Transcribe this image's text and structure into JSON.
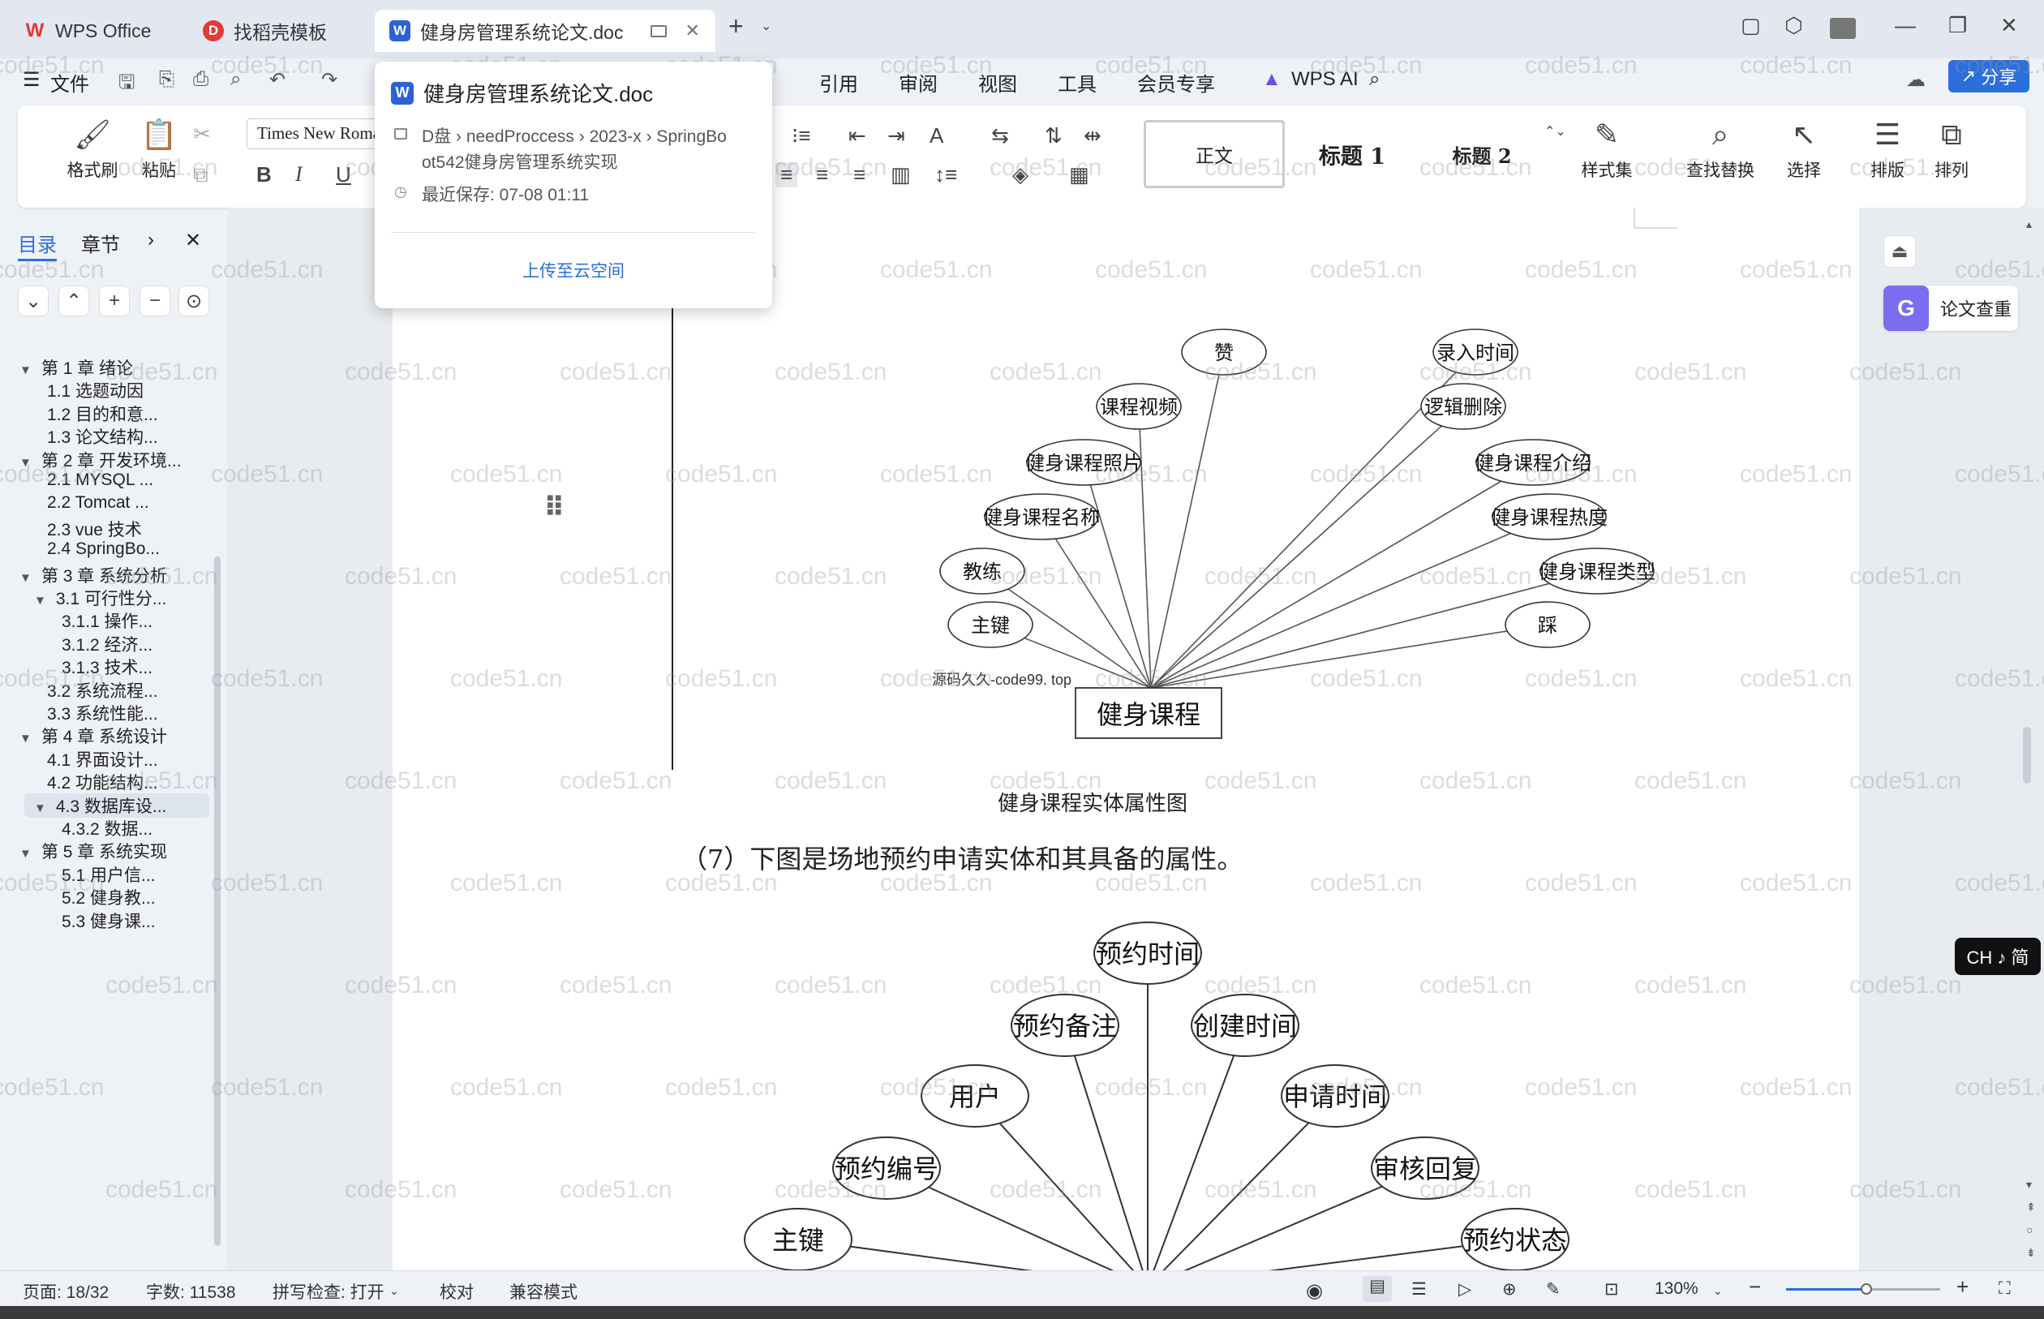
{
  "tabs": [
    {
      "label": "WPS Office",
      "icon": "wps-logo-icon"
    },
    {
      "label": "找稻壳模板",
      "icon": "docer-icon"
    },
    {
      "label": "健身房管理系统论文.doc",
      "icon": "word-doc-icon"
    }
  ],
  "menu": {
    "file_label": "文件",
    "items": [
      "引用",
      "审阅",
      "视图",
      "工具",
      "会员专享"
    ],
    "wps_ai": "WPS AI",
    "share": "分享"
  },
  "ribbon": {
    "format_painter": "格式刷",
    "paste": "粘贴",
    "font_name": "Times New Roman",
    "styles": {
      "normal": "正文",
      "h1": "标题 1",
      "h2": "标题 2"
    },
    "style_set": "样式集",
    "find_replace": "查找替换",
    "select": "选择",
    "layout": "排版",
    "arrange": "排列"
  },
  "popup": {
    "title": "健身房管理系统论文.doc",
    "path_line1": "D盘 › needProccess › 2023-x › SpringBo",
    "path_line2": "ot542健身房管理系统实现",
    "last_saved": "最近保存: 07-08 01:11",
    "upload": "上传至云空间"
  },
  "outline": {
    "tab_toc": "目录",
    "tab_chapter": "章节",
    "items": [
      {
        "label": "第 1 章  绪论",
        "level": 0,
        "expanded": true
      },
      {
        "label": "1.1 选题动因",
        "level": 1
      },
      {
        "label": "1.2 目的和意...",
        "level": 1
      },
      {
        "label": "1.3 论文结构...",
        "level": 1
      },
      {
        "label": "第 2 章  开发环境...",
        "level": 0,
        "expanded": true
      },
      {
        "label": "2.1 MYSQL ...",
        "level": 1
      },
      {
        "label": "2.2 Tomcat ...",
        "level": 1
      },
      {
        "label": "2.3 vue 技术",
        "level": 1
      },
      {
        "label": "2.4 SpringBo...",
        "level": 1
      },
      {
        "label": "第 3 章  系统分析",
        "level": 0,
        "expanded": true
      },
      {
        "label": "3.1 可行性分...",
        "level": 1,
        "expanded": true
      },
      {
        "label": "3.1.1 操作...",
        "level": 2
      },
      {
        "label": "3.1.2 经济...",
        "level": 2
      },
      {
        "label": "3.1.3 技术...",
        "level": 2
      },
      {
        "label": "3.2 系统流程...",
        "level": 1
      },
      {
        "label": "3.3 系统性能...",
        "level": 1
      },
      {
        "label": "第 4 章  系统设计",
        "level": 0,
        "expanded": true
      },
      {
        "label": "4.1 界面设计...",
        "level": 1
      },
      {
        "label": "4.2 功能结构...",
        "level": 1
      },
      {
        "label": "4.3 数据库设...",
        "level": 1,
        "expanded": true,
        "selected": true
      },
      {
        "label": "4.3.2  数据...",
        "level": 2
      },
      {
        "label": "第 5 章  系统实现",
        "level": 0,
        "expanded": true
      },
      {
        "label": "5.1 用户信...",
        "level": 2
      },
      {
        "label": "5.2  健身教...",
        "level": 2
      },
      {
        "label": "5.3 健身课...",
        "level": 2
      }
    ]
  },
  "diagram1": {
    "entity": "健身课程",
    "attributes": [
      "主键",
      "教练",
      "健身课程名称",
      "健身课程照片",
      "课程视频",
      "赞",
      "录入时间",
      "逻辑删除",
      "健身课程介绍",
      "健身课程热度",
      "健身课程类型",
      "踩"
    ],
    "inline_watermark": "源码久久-code99. top",
    "caption": "健身课程实体属性图"
  },
  "paragraph": "（7）下图是场地预约申请实体和其具备的属性。",
  "diagram2": {
    "attributes": [
      "主键",
      "预约编号",
      "用户",
      "预约备注",
      "预约时间",
      "创建时间",
      "申请时间",
      "审核回复",
      "预约状态"
    ]
  },
  "watermark": "code51.cn",
  "right_panel": {
    "paper_check": "论文查重",
    "ime": "CH ♪ 简"
  },
  "status": {
    "page": "页面: 18/32",
    "words": "字数: 11538",
    "spell": "拼写检查: 打开",
    "proof": "校对",
    "compat": "兼容模式",
    "zoom": "130%"
  },
  "colors": {
    "accent": "#2a6fdb",
    "wps_red": "#e53935",
    "doc_blue": "#2b62d6",
    "paper_check": "#7b6cf0"
  }
}
